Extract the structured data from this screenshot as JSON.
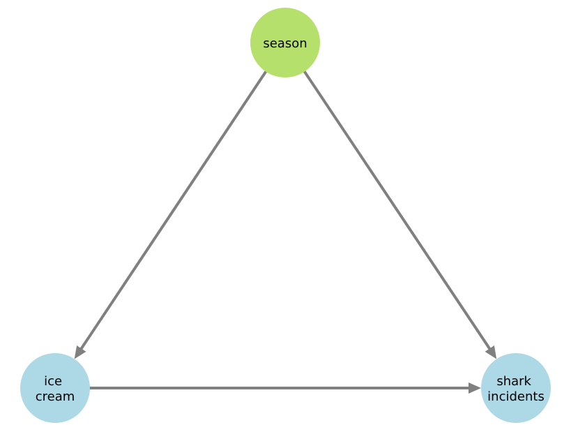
{
  "diagram": {
    "type": "directed-graph",
    "nodes": [
      {
        "id": "season",
        "lines": [
          "season"
        ],
        "color": "#b5e06b"
      },
      {
        "id": "ice_cream",
        "lines": [
          "ice",
          "cream"
        ],
        "color": "#add8e6"
      },
      {
        "id": "shark_incidents",
        "lines": [
          "shark",
          "incidents"
        ],
        "color": "#add8e6"
      }
    ],
    "edges": [
      {
        "from": "season",
        "to": "ice_cream"
      },
      {
        "from": "season",
        "to": "shark_incidents"
      },
      {
        "from": "ice_cream",
        "to": "shark_incidents"
      }
    ],
    "edge_color": "#808080"
  }
}
